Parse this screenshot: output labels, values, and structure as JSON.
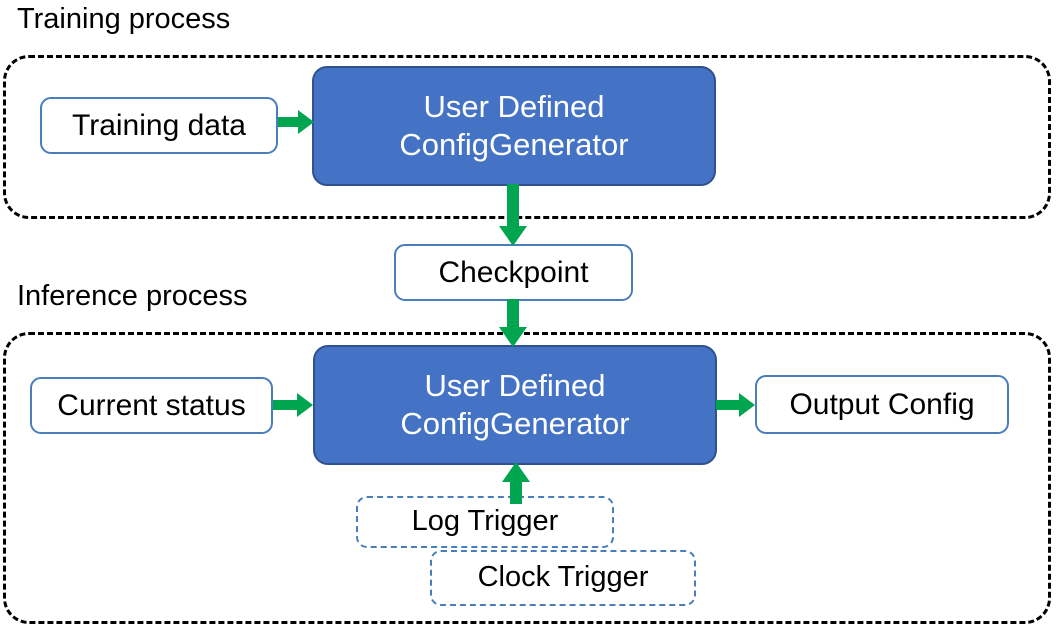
{
  "diagram": {
    "title": "Training process / Inference process flow",
    "colors": {
      "process_fill": "#4472C4",
      "process_border": "#2F528F",
      "node_border": "#4A7EBB",
      "trigger_border": "#4A7EBB",
      "arrow_green": "#00A550",
      "group_border": "#000000",
      "background": "#FFFFFF",
      "text_dark": "#000000",
      "text_light": "#FFFFFF"
    },
    "sections": [
      {
        "id": "training",
        "caption": "Training process"
      },
      {
        "id": "inference",
        "caption": "Inference process"
      }
    ],
    "nodes": {
      "training_data": "Training data",
      "train_generator_line1": "User Defined",
      "train_generator_line2": "ConfigGenerator",
      "checkpoint": "Checkpoint",
      "current_status": "Current status",
      "infer_generator_line1": "User Defined",
      "infer_generator_line2": "ConfigGenerator",
      "output_config": "Output Config",
      "log_trigger": "Log Trigger",
      "clock_trigger": "Clock Trigger"
    },
    "edges": [
      {
        "id": "training-data-to-generator",
        "from": "Training data",
        "to": "User Defined ConfigGenerator",
        "direction": "right"
      },
      {
        "id": "train-generator-to-checkpoint",
        "from": "User Defined ConfigGenerator",
        "to": "Checkpoint",
        "direction": "down"
      },
      {
        "id": "checkpoint-to-infer-generator",
        "from": "Checkpoint",
        "to": "User Defined ConfigGenerator",
        "direction": "down"
      },
      {
        "id": "current-status-to-generator",
        "from": "Current status",
        "to": "User Defined ConfigGenerator",
        "direction": "right"
      },
      {
        "id": "infer-generator-to-output",
        "from": "User Defined ConfigGenerator",
        "to": "Output Config",
        "direction": "right"
      },
      {
        "id": "triggers-to-infer-generator",
        "from": "Log Trigger / Clock Trigger",
        "to": "User Defined ConfigGenerator",
        "direction": "up"
      }
    ]
  }
}
